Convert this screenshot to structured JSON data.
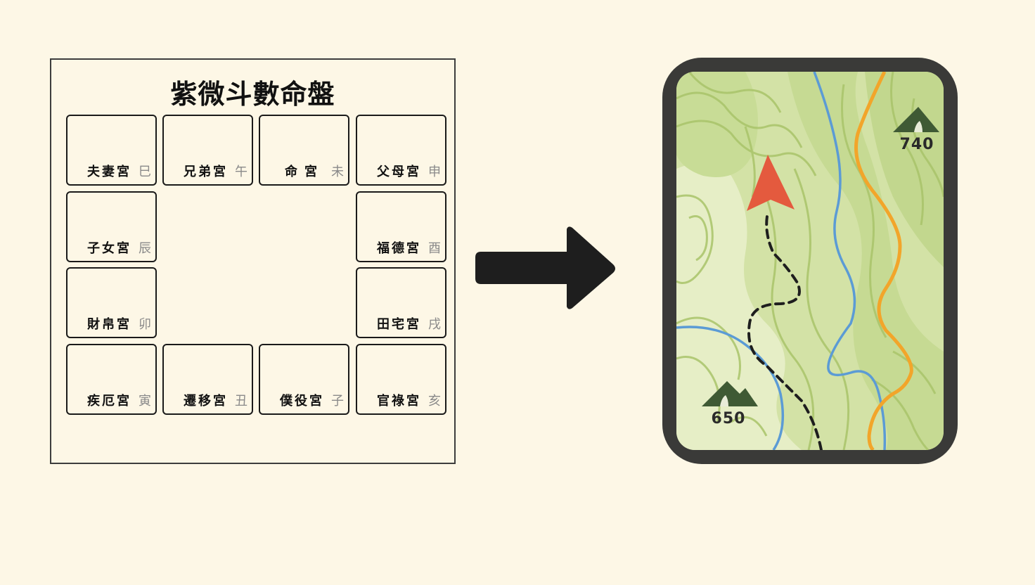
{
  "chart": {
    "title": "紫微斗數命盤",
    "palaces": [
      {
        "name": "夫妻宮",
        "branch": "巳"
      },
      {
        "name": "兄弟宮",
        "branch": "午"
      },
      {
        "name": "命宮",
        "branch": "未"
      },
      {
        "name": "父母宮",
        "branch": "申"
      },
      {
        "name": "子女宮",
        "branch": "辰"
      },
      {
        "name": "福德宮",
        "branch": "酉"
      },
      {
        "name": "財帛宮",
        "branch": "卯"
      },
      {
        "name": "田宅宮",
        "branch": "戌"
      },
      {
        "name": "疾厄宮",
        "branch": "寅"
      },
      {
        "name": "遷移宮",
        "branch": "丑"
      },
      {
        "name": "僕役宮",
        "branch": "子"
      },
      {
        "name": "官祿宮",
        "branch": "亥"
      }
    ]
  },
  "map": {
    "elevation_right": "740",
    "elevation_left": "650",
    "colors": {
      "background": "#d3e2a6",
      "river": "#5b9bd5",
      "road": "#f2a52a",
      "marker": "#e45a3e",
      "frame": "#3a3a38"
    }
  }
}
